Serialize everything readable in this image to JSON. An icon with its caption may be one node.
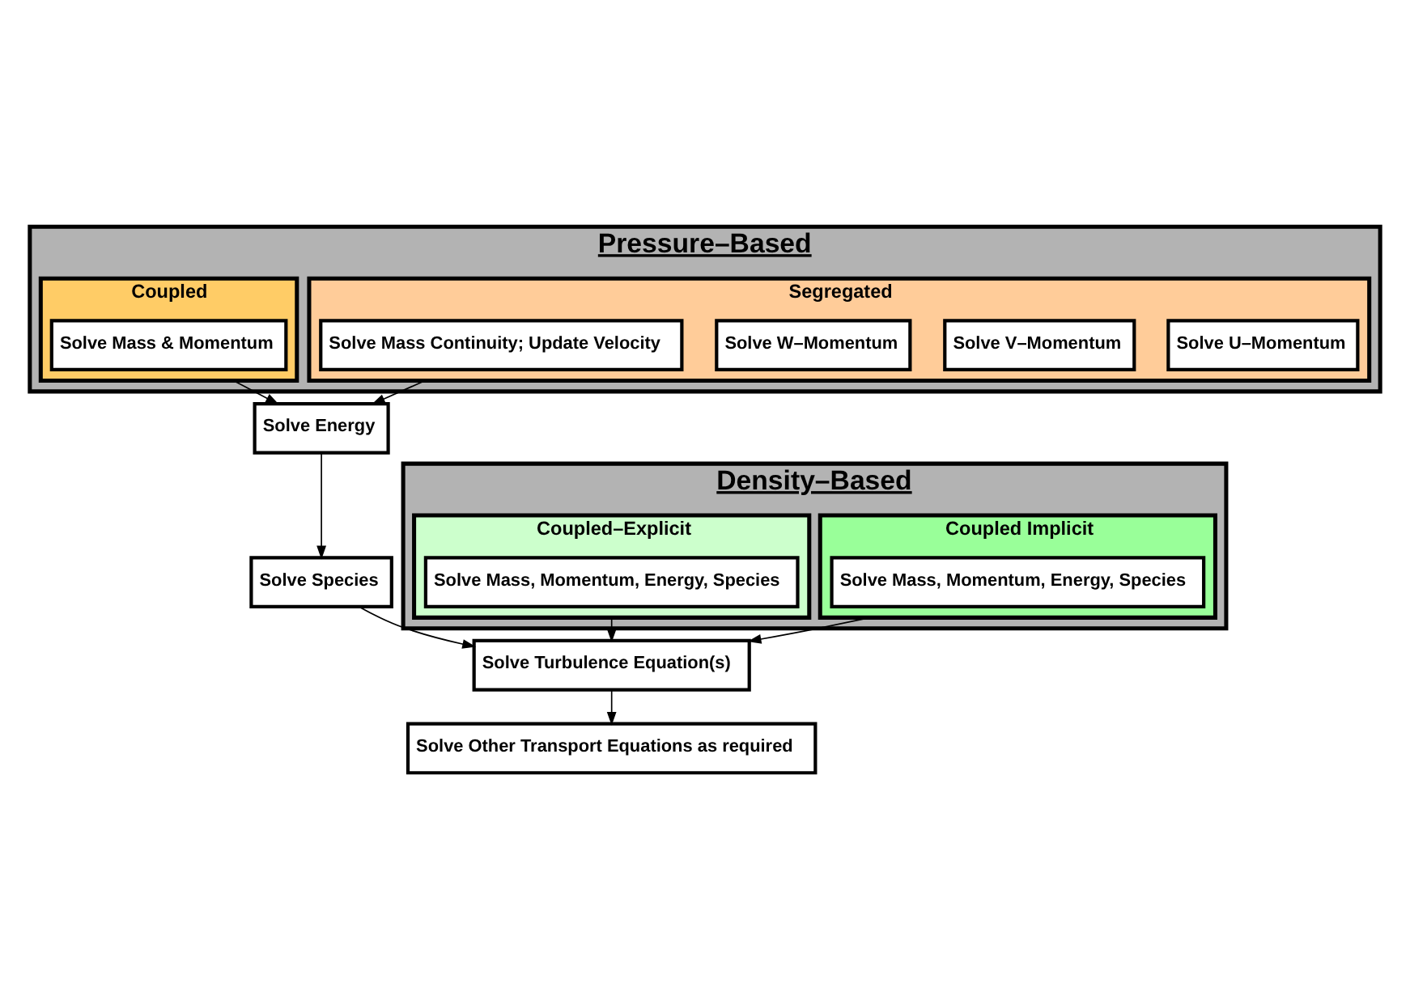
{
  "diagram": {
    "nodes": [
      {
        "text": [
          "Pressure–Based"
        ]
      },
      {
        "text": [
          "Segregated"
        ],
        "in": 0
      },
      {
        "text": [
          "Solve U–Momentum"
        ],
        "in": 1
      },
      {
        "text": [
          "Solve V–Momentum"
        ],
        "in": 1
      },
      {
        "text": [
          "Solve W–Momentum"
        ],
        "in": 1
      },
      {
        "text": [
          "Solve Mass Continuity; Update Velocity"
        ],
        "in": 1
      },
      {
        "text": [
          "Coupled"
        ],
        "in": 0
      },
      {
        "text": [
          "Solve Mass & Momentum"
        ],
        "in": 6
      },
      {
        "text": [
          "Density–Based"
        ]
      },
      {
        "text": [
          "Coupled Implicit"
        ],
        "in": 8
      },
      {
        "text": [
          "Solve Mass, Momentum, Energy, Species"
        ],
        "in": 9
      },
      {
        "text": [
          "Coupled–Explicit"
        ],
        "in": 8
      },
      {
        "text": [
          "Solve Mass, Momentum, Energy, Species"
        ],
        "in": 11
      },
      {
        "text": [
          "Solve Energy"
        ]
      },
      {
        "text": [
          "Solve Species"
        ]
      },
      {
        "text": [
          "Solve Turbulence Equation(s)"
        ]
      },
      {
        "text": [
          "Solve Other Transport Equations as required"
        ]
      }
    ],
    "edges": [
      {
        "from": 1,
        "to": 13,
        "arrow": "to"
      },
      {
        "from": 6,
        "to": 13,
        "arrow": "to"
      },
      {
        "from": 13,
        "to": 14,
        "arrow": "to"
      },
      {
        "from": 14,
        "to": 15,
        "arrow": "to"
      },
      {
        "from": 9,
        "to": 15,
        "arrow": "to"
      },
      {
        "from": 11,
        "to": 15,
        "arrow": "to"
      },
      {
        "from": 15,
        "to": 16,
        "arrow": "to"
      }
    ]
  }
}
